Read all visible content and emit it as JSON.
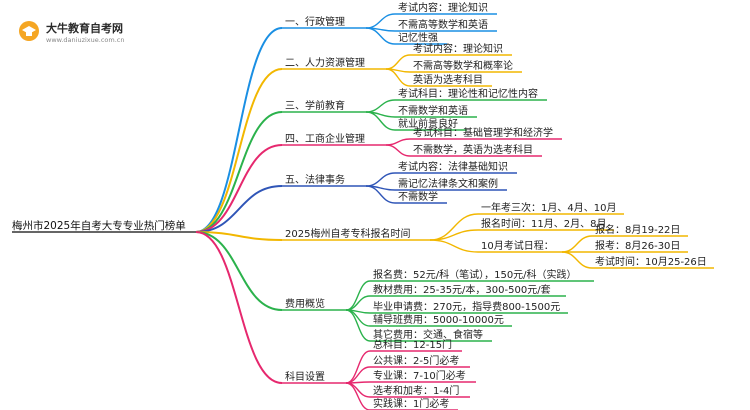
{
  "logo": {
    "title": "大牛教育自考网",
    "url": "www.daniuzixue.com.cn"
  },
  "root": "梅州市2025年自考大专专业热门榜单",
  "branches": [
    {
      "label": "一、行政管理",
      "color": "#1a8fe3",
      "children": [
        {
          "text": "考试内容：理论知识"
        },
        {
          "text": "不需高等数学和英语"
        },
        {
          "text": "记忆性强"
        }
      ]
    },
    {
      "label": "二、人力资源管理",
      "color": "#f2b700",
      "children": [
        {
          "text": "考试内容：理论知识"
        },
        {
          "text": "不需高等数学和概率论"
        },
        {
          "text": "英语为选考科目"
        }
      ]
    },
    {
      "label": "三、学前教育",
      "color": "#2bb24c",
      "children": [
        {
          "text": "考试科目：理论性和记忆性内容"
        },
        {
          "text": "不需数学和英语"
        },
        {
          "text": "就业前景良好"
        }
      ]
    },
    {
      "label": "四、工商企业管理",
      "color": "#e6286e",
      "children": [
        {
          "text": "考试科目：基础管理学和经济学"
        },
        {
          "text": "不需数学，英语为选考科目"
        }
      ]
    },
    {
      "label": "五、法律事务",
      "color": "#2f55b7",
      "children": [
        {
          "text": "考试内容：法律基础知识"
        },
        {
          "text": "需记忆法律条文和案例"
        },
        {
          "text": "不需数学"
        }
      ]
    },
    {
      "label": "2025梅州自考专科报名时间",
      "color": "#f2b700",
      "children": [
        {
          "text": "一年考三次：1月、4月、10月"
        },
        {
          "text": "报名时间：11月、2月、8月"
        },
        {
          "text": "10月考试日程：",
          "children": [
            {
              "text": "报名：8月19-22日"
            },
            {
              "text": "报考：8月26-30日"
            },
            {
              "text": "考试时间：10月25-26日"
            }
          ]
        }
      ]
    },
    {
      "label": "费用概览",
      "color": "#2bb24c",
      "children": [
        {
          "text": "报名费：52元/科（笔试），150元/科（实践）"
        },
        {
          "text": "教材费用：25-35元/本，300-500元/套"
        },
        {
          "text": "毕业申请费：270元，指导费800-1500元"
        },
        {
          "text": "辅导班费用：5000-10000元"
        },
        {
          "text": "其它费用：交通、食宿等"
        }
      ]
    },
    {
      "label": "科目设置",
      "color": "#e6286e",
      "children": [
        {
          "text": "总科目：12-15门"
        },
        {
          "text": "公共课：2-5门必考"
        },
        {
          "text": "专业课：7-10门必考"
        },
        {
          "text": "选考和加考：1-4门"
        },
        {
          "text": "实践课：1门必考"
        }
      ]
    }
  ]
}
